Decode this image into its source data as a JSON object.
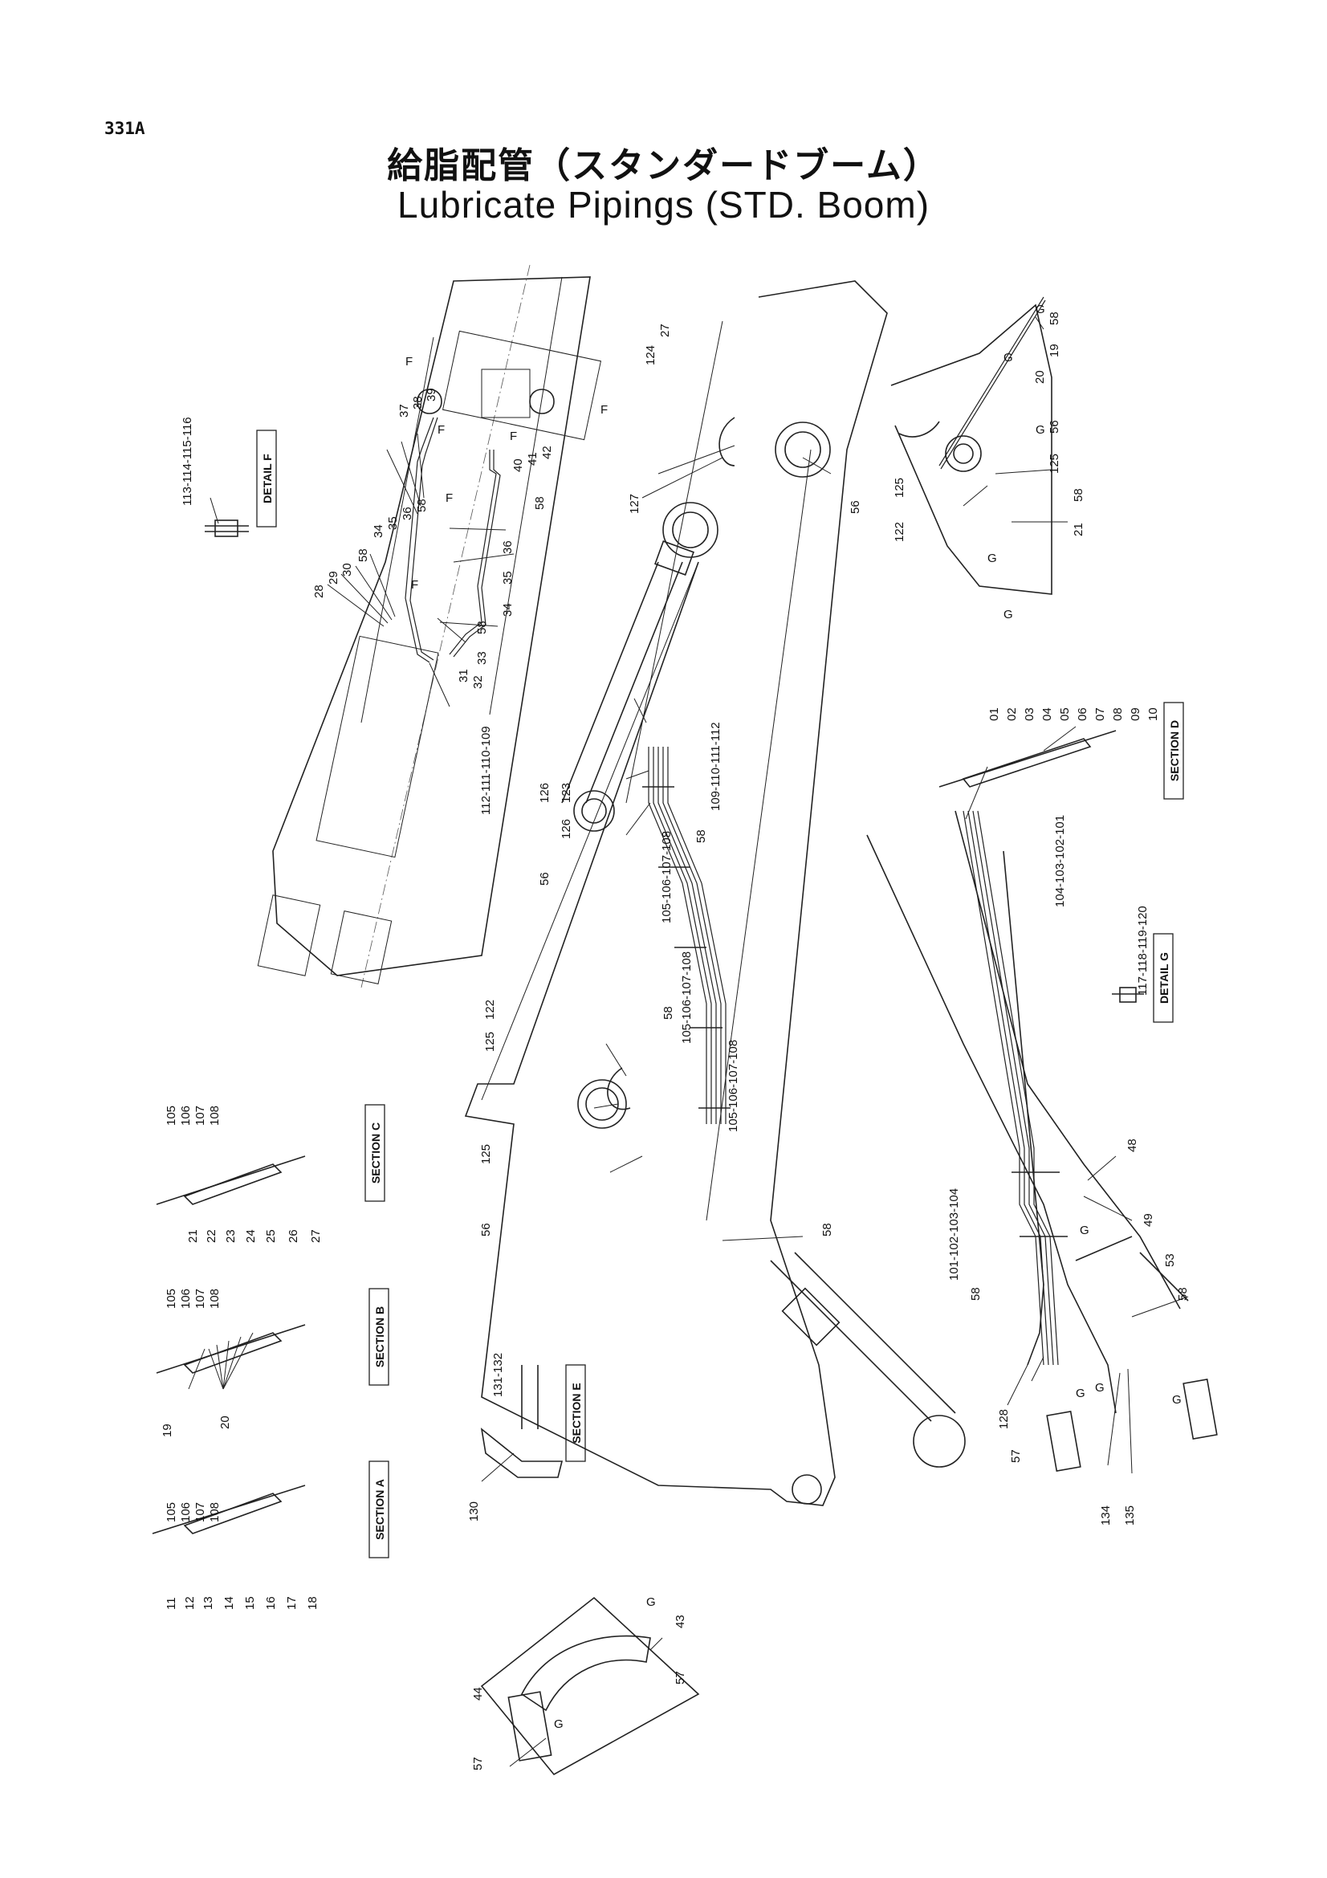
{
  "page_number": "331A",
  "title_jp": "給脂配管（スタンダードブーム）",
  "title_en": "Lubricate Pipings (STD. Boom)",
  "boxed_labels": {
    "detail_f": "DETAIL F",
    "detail_g": "DETAIL G",
    "section_a": "SECTION A",
    "section_b": "SECTION B",
    "section_c": "SECTION C",
    "section_d": "SECTION D",
    "section_e": "SECTION E"
  },
  "callouts": {
    "c113": "113-114-115-116",
    "c117": "117-118-119-120",
    "c112": "112-111-110-109",
    "c109": "109-110-111-112",
    "c104": "104-103-102-101",
    "c101": "101-102-103-104",
    "c105a": "105-106-107-108",
    "c105b": "105-106-107-108",
    "c105c": "105-106-107-108",
    "c131": "131-132",
    "n01": "01",
    "n02": "02",
    "n03": "03",
    "n04": "04",
    "n05": "05",
    "n06": "06",
    "n07": "07",
    "n08": "08",
    "n09": "09",
    "n10": "10",
    "n11": "11",
    "n12": "12",
    "n13": "13",
    "n14": "14",
    "n15": "15",
    "n16": "16",
    "n17": "17",
    "n18": "18",
    "n19": "19",
    "n19d": "19",
    "n20": "20",
    "n20d": "20",
    "n21": "21",
    "n21d": "21",
    "n22": "22",
    "n23": "23",
    "n24": "24",
    "n25": "25",
    "n26": "26",
    "n27": "27",
    "n27b": "27",
    "n28": "28",
    "n29": "29",
    "n30": "30",
    "n31": "31",
    "n32": "32",
    "n33": "33",
    "n34": "34",
    "n34b": "34",
    "n35": "35",
    "n35b": "35",
    "n36": "36",
    "n36b": "36",
    "n37": "37",
    "n38": "38",
    "n39": "39",
    "n40": "40",
    "n41": "41",
    "n42": "42",
    "n43": "43",
    "n44": "44",
    "n48": "48",
    "n49": "49",
    "n53": "53",
    "n56a": "56",
    "n56b": "56",
    "n56c": "56",
    "n56d": "56",
    "n57a": "57",
    "n57b": "57",
    "n57c": "57",
    "n58a": "58",
    "n58b": "58",
    "n58c": "58",
    "n58d": "58",
    "n58e": "58",
    "n58f": "58",
    "n58g": "58",
    "n58h": "58",
    "n58i": "58",
    "n58j": "58",
    "n105a": "105",
    "n106a": "106",
    "n107a": "107",
    "n108a": "108",
    "n105b": "105",
    "n106b": "106",
    "n107b": "107",
    "n108b": "108",
    "n105c": "105",
    "n106c": "106",
    "n107c": "107",
    "n108c": "108",
    "n122a": "122",
    "n122b": "122",
    "n123": "123",
    "n124": "124",
    "n125a": "125",
    "n125b": "125",
    "n125c": "125",
    "n125d": "125",
    "n126a": "126",
    "n126b": "126",
    "n127": "127",
    "n128": "128",
    "n130": "130",
    "n134": "134",
    "n135": "135",
    "gA": "G",
    "gB": "G",
    "gC": "G",
    "gD": "G",
    "gE": "G",
    "gF": "G",
    "gG": "G",
    "gH": "G",
    "gI": "G",
    "gJ": "G",
    "gK": "G",
    "fA": "F",
    "fB": "F",
    "fC": "F",
    "fD": "F",
    "fE": "F",
    "fF": "F"
  }
}
